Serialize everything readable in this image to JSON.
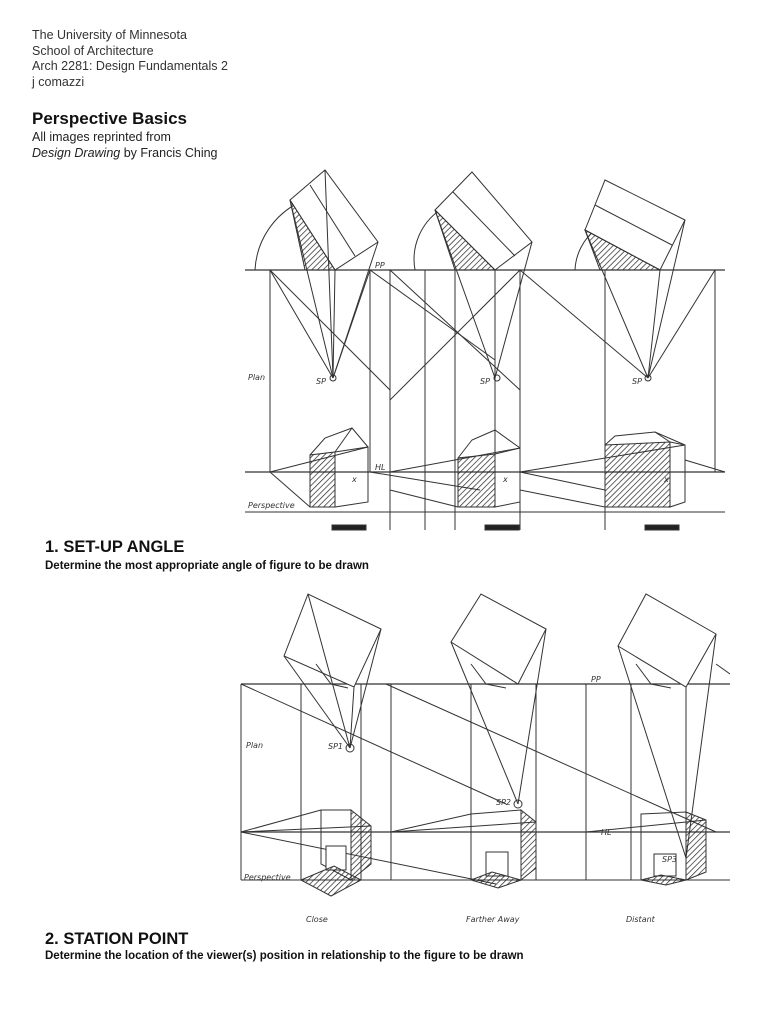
{
  "header": {
    "lines": [
      "The University of Minnesota",
      "School of Architecture",
      "Arch 2281: Design Fundamentals 2",
      "j comazzi"
    ]
  },
  "title": "Perspective Basics",
  "subtitle": {
    "line1": "All images reprinted from",
    "book": "Design Drawing",
    "by": " by Francis Ching"
  },
  "figure1": {
    "plan_label": "Plan",
    "perspective_label": "Perspective",
    "pp_label": "PP",
    "hl_label": "HL",
    "sp_label": "SP",
    "x_label": "x"
  },
  "section1": {
    "title": "1. SET-UP ANGLE",
    "description": "Determine the most appropriate angle of figure to be drawn"
  },
  "figure2": {
    "plan_label": "Plan",
    "perspective_label": "Perspective",
    "pp_label": "PP",
    "hl_label": "HL",
    "sp_labels": [
      "SP1",
      "SP2",
      "SP3"
    ],
    "captions": [
      "Close",
      "Farther Away",
      "Distant"
    ]
  },
  "section2": {
    "title": "2. STATION POINT",
    "description": "Determine the location of the viewer(s) position in relationship to the figure to be drawn"
  }
}
